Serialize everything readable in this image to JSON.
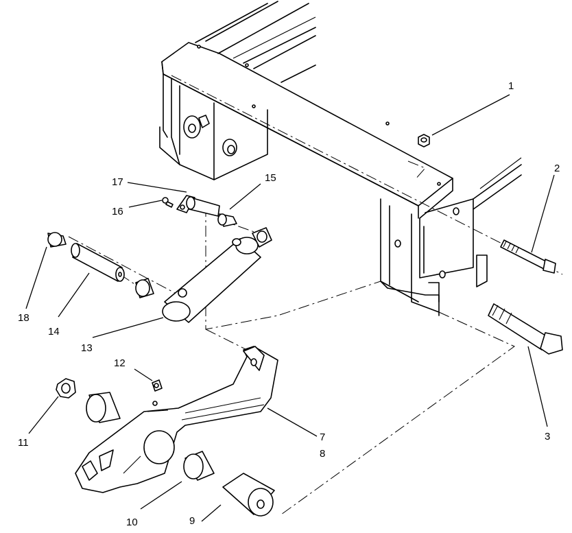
{
  "callouts": [
    {
      "id": "1",
      "text": "1"
    },
    {
      "id": "2",
      "text": "2"
    },
    {
      "id": "3",
      "text": "3"
    },
    {
      "id": "7",
      "text": "7"
    },
    {
      "id": "8",
      "text": "8"
    },
    {
      "id": "9",
      "text": "9"
    },
    {
      "id": "10",
      "text": "10"
    },
    {
      "id": "11",
      "text": "11"
    },
    {
      "id": "12",
      "text": "12"
    },
    {
      "id": "13",
      "text": "13"
    },
    {
      "id": "14",
      "text": "14"
    },
    {
      "id": "15",
      "text": "15"
    },
    {
      "id": "16",
      "text": "16"
    },
    {
      "id": "17",
      "text": "17"
    },
    {
      "id": "18",
      "text": "18"
    }
  ]
}
